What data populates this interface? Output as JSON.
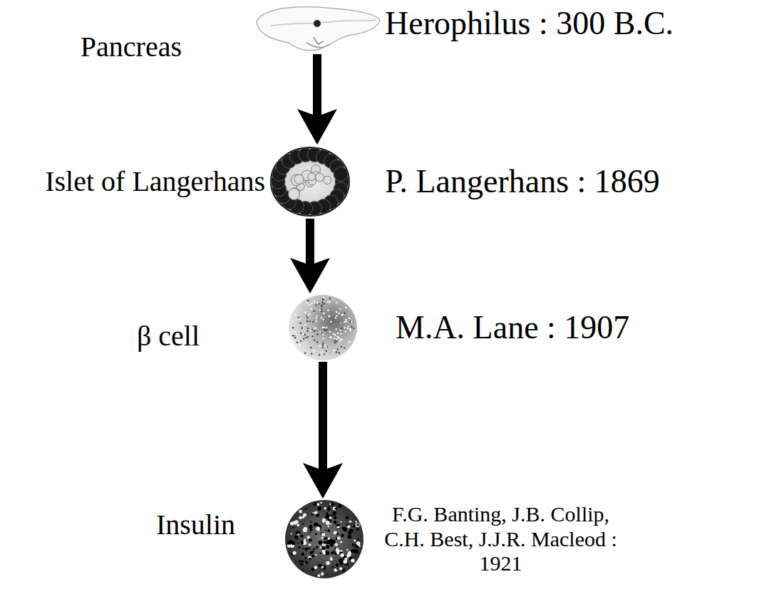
{
  "diagram": {
    "nodes": [
      {
        "text": [
          "Pancreas",
          "Herophilus : 300 B.C."
        ]
      },
      {
        "text": [
          "Islet of Langerhans",
          "P. Langerhans : 1869"
        ]
      },
      {
        "text": [
          "β cell",
          "M.A. Lane : 1907"
        ]
      },
      {
        "text": [
          "Insulin",
          "F.G. Banting, J.B. Collip, C.H. Best, J.J.R. Macleod : 1921"
        ]
      }
    ],
    "edges": [
      {
        "from": 0,
        "to": 1,
        "arrow": "to"
      },
      {
        "from": 1,
        "to": 2,
        "arrow": "to"
      },
      {
        "from": 2,
        "to": 3,
        "arrow": "to"
      }
    ]
  }
}
